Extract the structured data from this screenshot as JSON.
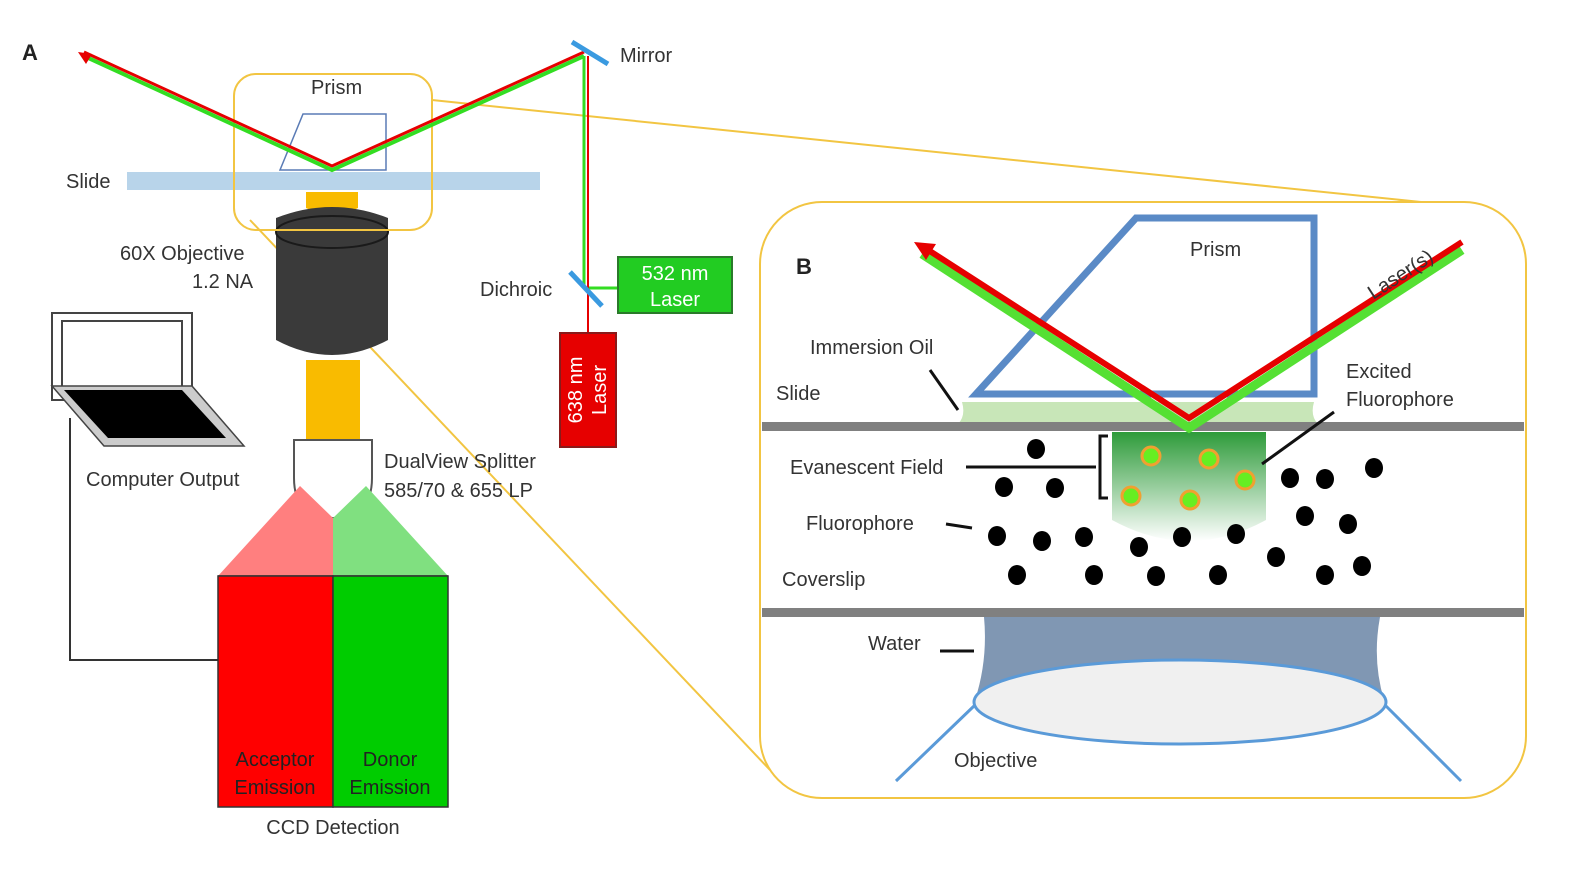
{
  "panel_a": {
    "label": "A",
    "mirror": "Mirror",
    "prism": "Prism",
    "slide": "Slide",
    "objective_line1": "60X Objective",
    "objective_line2": "1.2 NA",
    "dichroic": "Dichroic",
    "laser_532_line1": "532 nm",
    "laser_532_line2": "Laser",
    "laser_638_line1": "638 nm",
    "laser_638_line2": "Laser",
    "computer": "Computer Output",
    "splitter_line1": "DualView Splitter",
    "splitter_line2": "585/70 & 655 LP",
    "acceptor_line1": "Acceptor",
    "acceptor_line2": "Emission",
    "donor_line1": "Donor",
    "donor_line2": "Emission",
    "ccd": "CCD Detection"
  },
  "panel_b": {
    "label": "B",
    "prism": "Prism",
    "lasers": "Laser(s)",
    "immersion_oil": "Immersion Oil",
    "slide": "Slide",
    "excited_line1": "Excited",
    "excited_line2": "Fluorophore",
    "evanescent": "Evanescent Field",
    "fluorophore": "Fluorophore",
    "coverslip": "Coverslip",
    "water": "Water",
    "objective": "Objective"
  },
  "colors": {
    "red_laser": "#e60000",
    "green_laser": "#33dd22",
    "callout": "#f2c542",
    "slide": "#b8d4ea",
    "objective_body": "#3a3a3a",
    "light_path": "#f9bb00",
    "prism_blue": "#5a8ac6",
    "acceptor": "#ff0000",
    "donor": "#00cc00"
  }
}
